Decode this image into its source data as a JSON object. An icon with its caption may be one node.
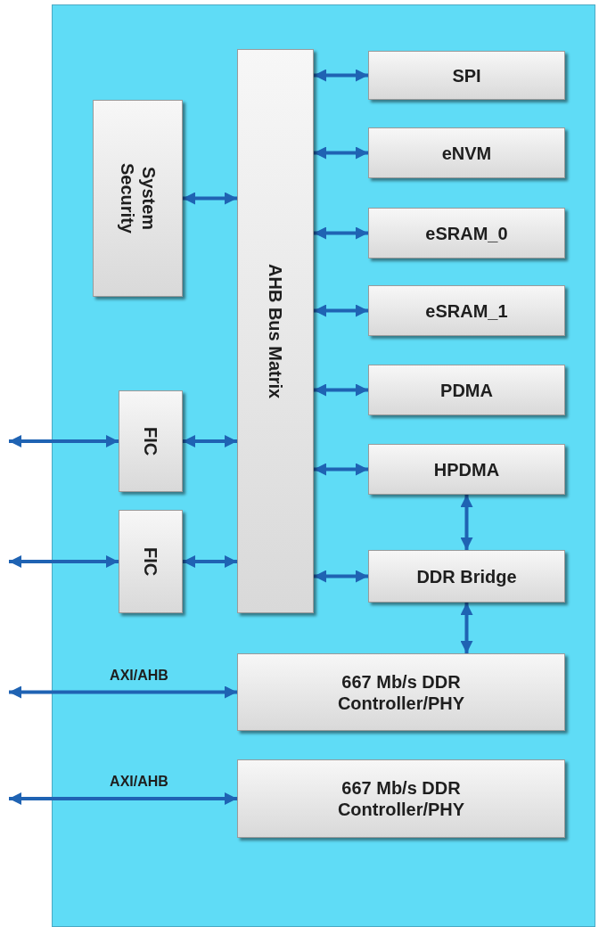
{
  "diagram": {
    "nodes": [
      {
        "text": [],
        "shape": "box"
      },
      {
        "text": [
          "System Security"
        ],
        "in": 0
      },
      {
        "text": [
          "AHB Bus Matrix"
        ],
        "in": 0
      },
      {
        "text": [
          "SPI"
        ],
        "in": 0
      },
      {
        "text": [
          "eNVM"
        ],
        "in": 0
      },
      {
        "text": [
          "eSRAM_0"
        ],
        "in": 0
      },
      {
        "text": [
          "eSRAM_1"
        ],
        "in": 0
      },
      {
        "text": [
          "PDMA"
        ],
        "in": 0
      },
      {
        "text": [
          "HPDMA"
        ],
        "in": 0
      },
      {
        "text": [
          "FIC"
        ],
        "in": 0
      },
      {
        "text": [
          "FIC"
        ],
        "in": 0
      },
      {
        "text": [
          "DDR Bridge"
        ],
        "in": 0
      },
      {
        "text": [
          "667 Mb/s DDR Controller/PHY"
        ],
        "in": 0
      },
      {
        "text": [
          "667 Mb/s DDR Controller/PHY"
        ],
        "in": 0
      }
    ],
    "edges": [
      {
        "from": 1,
        "to": 2,
        "arrow": "both"
      },
      {
        "from": 2,
        "to": 3,
        "arrow": "both"
      },
      {
        "from": 2,
        "to": 4,
        "arrow": "both"
      },
      {
        "from": 2,
        "to": 5,
        "arrow": "both"
      },
      {
        "from": 2,
        "to": 6,
        "arrow": "both"
      },
      {
        "from": 2,
        "to": 7,
        "arrow": "both"
      },
      {
        "from": 2,
        "to": 8,
        "arrow": "both"
      },
      {
        "from": 2,
        "to": 11,
        "arrow": "both"
      },
      {
        "from": 8,
        "to": 11,
        "arrow": "both"
      },
      {
        "from": 11,
        "to": 12,
        "arrow": "both"
      },
      {
        "from": null,
        "to": 9,
        "arrow": "both"
      },
      {
        "from": 9,
        "to": 2,
        "arrow": "both"
      },
      {
        "from": null,
        "to": 10,
        "arrow": "both"
      },
      {
        "from": 10,
        "to": 2,
        "arrow": "both"
      },
      {
        "from": null,
        "to": 12,
        "label": "AXI/AHB",
        "arrow": "both"
      },
      {
        "from": null,
        "to": 13,
        "label": "AXI/AHB",
        "arrow": "both"
      }
    ]
  }
}
